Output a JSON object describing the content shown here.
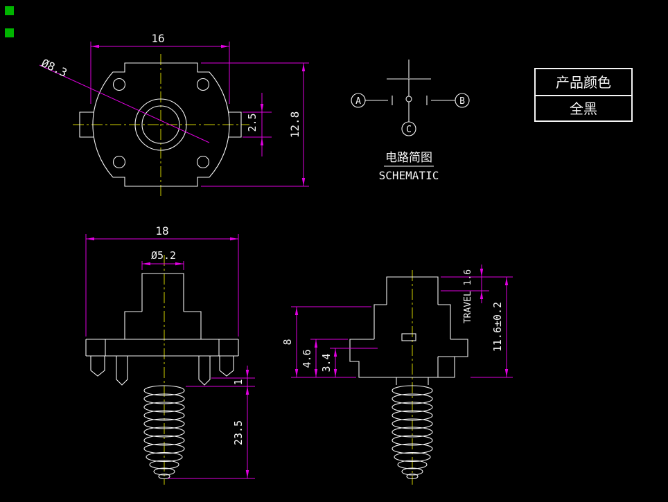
{
  "colors": {
    "bg": "#000000",
    "line": "#f5f5f5",
    "dim": "#e100e1",
    "center": "#cfcf00",
    "marker": "#00b400"
  },
  "top_view": {
    "dim_width": "16",
    "dim_height": "12.8",
    "dim_tab": "2.5",
    "dim_hole": "Ø8.3"
  },
  "schematic": {
    "terminal_a": "A",
    "terminal_b": "B",
    "terminal_c": "C",
    "caption_cn": "电路简图",
    "caption_en": "SCHEMATIC"
  },
  "color_table": {
    "title": "产品颜色",
    "value": "全黑"
  },
  "front_view": {
    "dim_width": "18",
    "dim_cap": "Ø5.2",
    "dim_step": "1",
    "dim_thread": "23.5"
  },
  "side_view": {
    "dim_body": "8",
    "dim_flange": "4.6",
    "dim_inner": "3.4",
    "dim_travel": "TRAVEL 1.6",
    "dim_total": "11.6±0.2"
  }
}
